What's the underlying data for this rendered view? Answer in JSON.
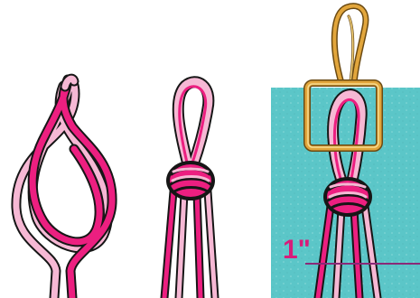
{
  "illustration": {
    "colors": {
      "cord_pink": "#ec1f80",
      "cord_light": "#f6b8d4",
      "outline": "#161616",
      "board": "#5bc6c8",
      "clip_gold": "#e2a63c",
      "label": "#d81c7a"
    },
    "panels": [
      {
        "name": "loose-knot-step"
      },
      {
        "name": "tightened-knot-step"
      },
      {
        "name": "clipped-knot-step"
      }
    ],
    "measurement": {
      "label": "1\""
    }
  }
}
